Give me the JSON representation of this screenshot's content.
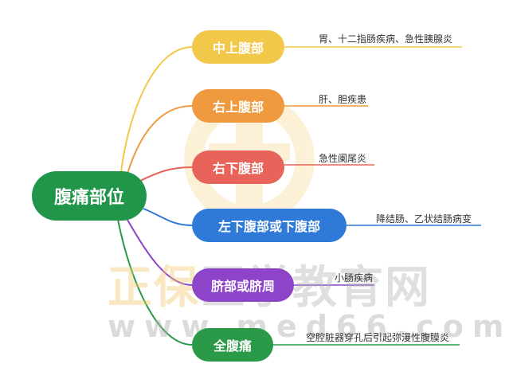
{
  "root": {
    "label": "腹痛部位",
    "color": "#21954a"
  },
  "branches": [
    {
      "label": "中上腹部",
      "color": "#f2c84b",
      "detail": "胃、十二指肠疾病、急性胰腺炎"
    },
    {
      "label": "右上腹部",
      "color": "#ef9a3e",
      "detail": "肝、胆疾患"
    },
    {
      "label": "右下腹部",
      "color": "#e8635a",
      "detail": "急性阑尾炎"
    },
    {
      "label": "左下腹部或下腹部",
      "color": "#2f7ad9",
      "detail": "降结肠、乙状结肠病变"
    },
    {
      "label": "脐部或脐周",
      "color": "#8e44c9",
      "detail": "小肠疾病"
    },
    {
      "label": "全腹痛",
      "color": "#2a9a48",
      "detail": "空腔脏器穿孔后引起弥漫性腹膜炎"
    }
  ],
  "watermark": {
    "title_part1": "正保",
    "title_part2": "医学教育网",
    "url": "www.med66.com"
  }
}
